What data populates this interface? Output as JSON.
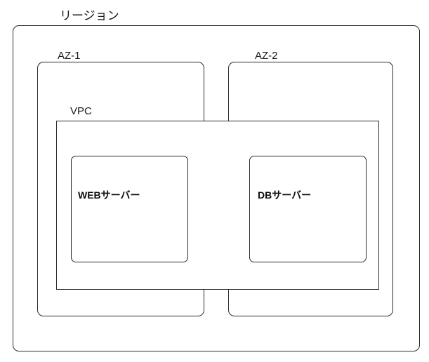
{
  "diagram": {
    "title": "AWS region / availability zone / VPC architecture diagram",
    "background_color": "#ffffff",
    "stroke_color": "#2b2b2b",
    "text_color": "#1a1a1a",
    "containers": {
      "region": {
        "label": "リージョン",
        "shape": "rounded-rectangle"
      },
      "az_1": {
        "label": "AZ-1",
        "shape": "rounded-rectangle"
      },
      "az_2": {
        "label": "AZ-2",
        "shape": "rounded-rectangle"
      },
      "vpc": {
        "label": "VPC",
        "shape": "rectangle"
      }
    },
    "nodes": [
      {
        "id": "web-server",
        "label": "WEBサーバー",
        "shape": "rounded-rectangle",
        "parent": "AZ-1"
      },
      {
        "id": "db-server",
        "label": "DBサーバー",
        "shape": "rounded-rectangle",
        "parent": "AZ-2"
      }
    ]
  }
}
